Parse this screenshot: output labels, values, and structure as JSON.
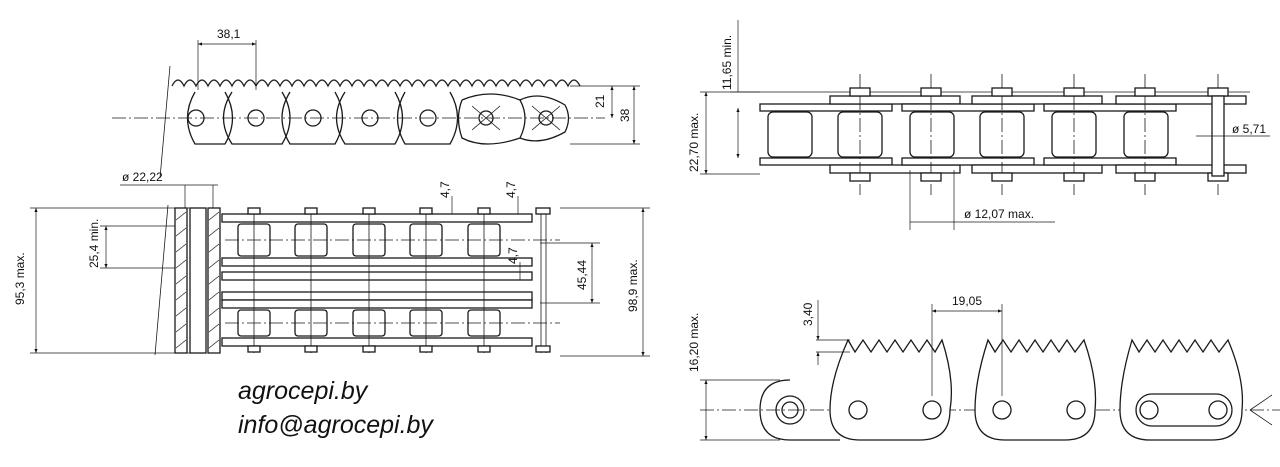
{
  "brand": {
    "site": "agrocepi.by",
    "email": "info@agrocepi.by"
  },
  "dimensions": {
    "top_left_pitch": "38,1",
    "top_left_pin_height": "21",
    "top_left_plate_height": "38",
    "mid_left_diameter": "ø 22,22",
    "mid_left_min_gap": "25,4 min.",
    "mid_left_total": "95,3 max.",
    "mid_left_plate_a": "4,7",
    "mid_left_plate_b": "4,7",
    "mid_left_plate_c": "4,7",
    "mid_left_span": "45,44",
    "mid_left_overall": "98,9 max.",
    "top_right_clearance": "11,65 min.",
    "top_right_width": "22,70 max.",
    "top_right_pin": "ø 5,71",
    "top_right_roller": "ø 12,07 max.",
    "bottom_right_tooth": "3,40",
    "bottom_right_pitch": "19,05",
    "bottom_right_height": "16,20 max."
  }
}
